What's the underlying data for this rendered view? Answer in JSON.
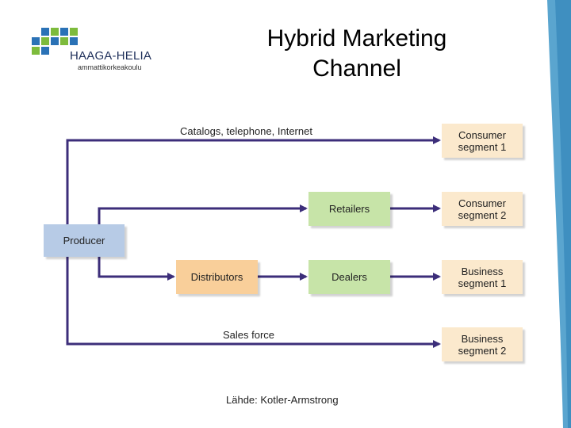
{
  "branding": {
    "name": "HAAGA-HELIA",
    "subtitle": "ammattikorkeakoulu",
    "colors": {
      "stripe": "#5aa5cf",
      "logo_blue": "#2a72b6",
      "logo_green": "#7dbb3c",
      "logo_text": "#1e2f5a"
    }
  },
  "slide": {
    "title_line1": "Hybrid Marketing",
    "title_line2": "Channel",
    "source": "Lähde: Kotler-Armstrong"
  },
  "diagram": {
    "producer": "Producer",
    "intermediaries": {
      "retailers": "Retailers",
      "distributors": "Distributors",
      "dealers": "Dealers"
    },
    "segments": [
      {
        "line1": "Consumer",
        "line2": "segment 1"
      },
      {
        "line1": "Consumer",
        "line2": "segment 2"
      },
      {
        "line1": "Business",
        "line2": "segment 1"
      },
      {
        "line1": "Business",
        "line2": "segment 2"
      }
    ],
    "channel_labels": {
      "direct_top": "Catalogs, telephone, Internet",
      "direct_bottom": "Sales force"
    },
    "colors": {
      "line": "#3c2e7a",
      "producer": "#b7cbe6",
      "retail": "#c7e4a8",
      "distributor": "#f9cf9a",
      "segment": "#fbe9cd"
    }
  }
}
